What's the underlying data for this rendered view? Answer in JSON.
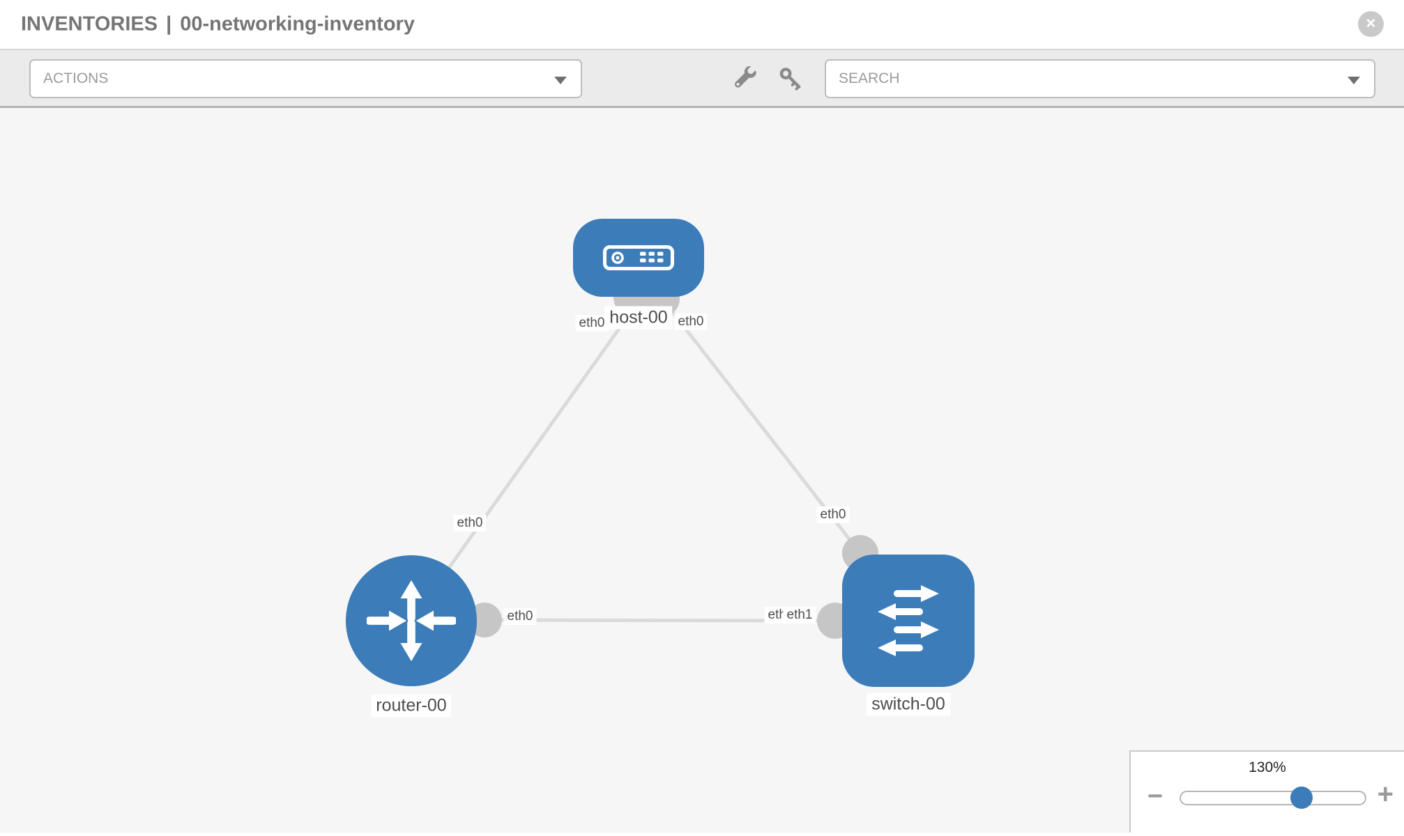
{
  "header": {
    "breadcrumb": "INVENTORIES",
    "separator": "|",
    "inventory_name": "00-networking-inventory",
    "close_glyph": "✕"
  },
  "toolbar": {
    "actions_label": "ACTIONS",
    "search_label": "SEARCH",
    "icons": [
      "wrench-icon",
      "key-icon"
    ]
  },
  "topology": {
    "nodes": [
      {
        "id": "host-00",
        "type": "host",
        "label": "host-00"
      },
      {
        "id": "router-00",
        "type": "router",
        "label": "router-00"
      },
      {
        "id": "switch-00",
        "type": "switch",
        "label": "switch-00"
      }
    ],
    "links": [
      {
        "from": "host-00",
        "from_interface": "eth0",
        "to": "router-00",
        "to_interface": "eth0"
      },
      {
        "from": "host-00",
        "from_interface": "eth0",
        "to": "switch-00",
        "to_interface": "eth0"
      },
      {
        "from": "router-00",
        "from_interface": "eth0",
        "to": "switch-00",
        "to_interface": "eth1"
      }
    ],
    "interface_labels": {
      "host_left": "eth0",
      "host_right": "eth0",
      "router_top": "eth0",
      "switch_top": "eth0",
      "router_right": "eth0",
      "switch_left_under": "eth0",
      "switch_left_over": "eth1"
    }
  },
  "zoom_control": {
    "level": "130%",
    "minus_glyph": "−",
    "plus_glyph": "+"
  },
  "colors": {
    "node_blue": "#3b7cb9",
    "link_gray": "#dadada",
    "interface_gray": "#c6c6c6",
    "canvas_bg": "#f6f6f6",
    "toolbar_bg": "#ebebeb",
    "label_text": "#4d4d4d",
    "title_text": "#757575"
  }
}
